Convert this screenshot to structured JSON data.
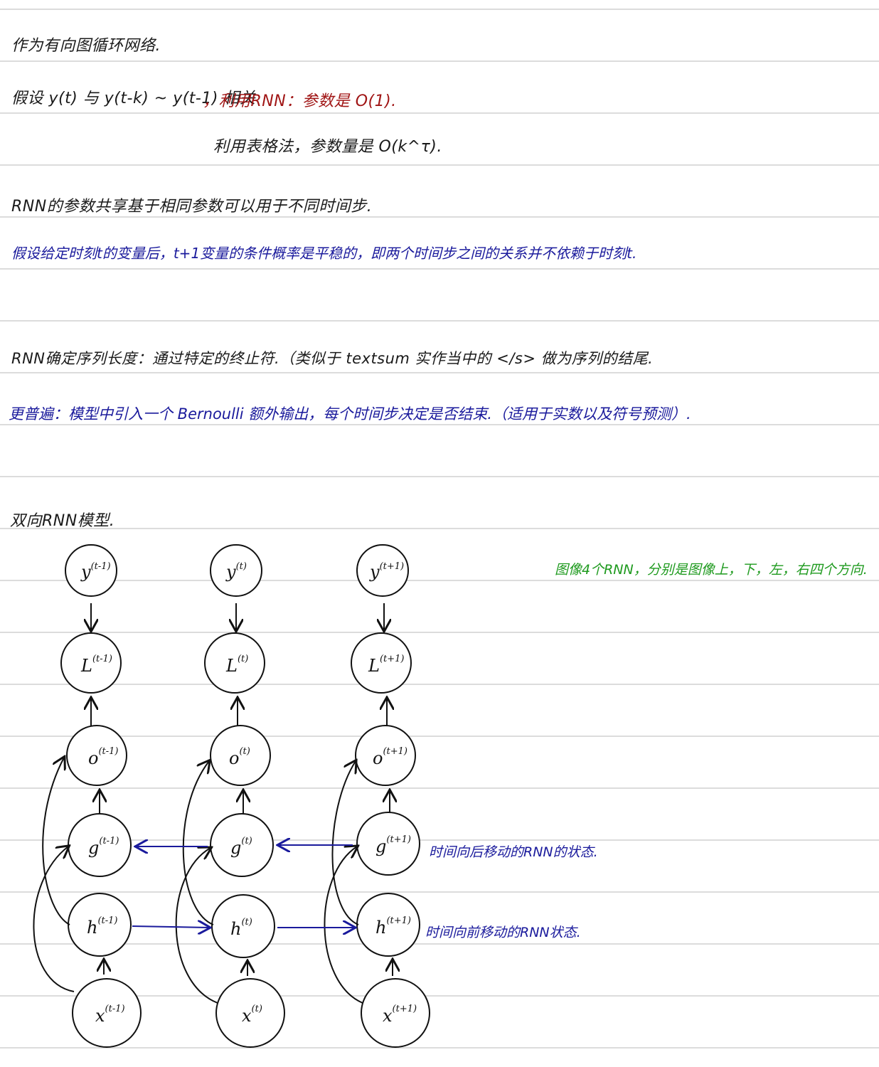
{
  "notes": {
    "line1": "作为有向图循环网络.",
    "line2a": "假设 y(t) 与 y(t-k) ~ y(t-1) 相关",
    "line2b": "，利用RNN：参数是 O(1).",
    "line3": "利用表格法，参数量是 O(k^τ).",
    "line4": "RNN的参数共享基于相同参数可以用于不同时间步.",
    "line5": "假设给定时刻t的变量后，t+1变量的条件概率是平稳的，即两个时间步之间的关系并不依赖于时刻t.",
    "line6": "RNN确定序列长度：通过特定的终止符.（类似于 textsum 实作当中的 </s> 做为序列的结尾.",
    "line7": "更普遍：模型中引入一个 Bernoulli 额外输出，每个时间步决定是否结束.（适用于实数以及符号预测）.",
    "line8": "双向RNN模型.",
    "green_note": "图像4个RNN，分别是图像上，下，左，右四个方向.",
    "g_label": "时间向后移动的RNN的状态.",
    "h_label": "时间向前移动的RNN状态."
  },
  "diagram": {
    "columns": [
      {
        "y": "y",
        "y_sup": "(t-1)",
        "L": "L",
        "L_sup": "(t-1)",
        "o": "o",
        "o_sup": "(t-1)",
        "g": "g",
        "g_sup": "(t-1)",
        "h": "h",
        "h_sup": "(t-1)",
        "x": "x",
        "x_sup": "(t-1)"
      },
      {
        "y": "y",
        "y_sup": "(t)",
        "L": "L",
        "L_sup": "(t)",
        "o": "o",
        "o_sup": "(t)",
        "g": "g",
        "g_sup": "(t)",
        "h": "h",
        "h_sup": "(t)",
        "x": "x",
        "x_sup": "(t)"
      },
      {
        "y": "y",
        "y_sup": "(t+1)",
        "L": "L",
        "L_sup": "(t+1)",
        "o": "o",
        "o_sup": "(t+1)",
        "g": "g",
        "g_sup": "(t+1)",
        "h": "h",
        "h_sup": "(t+1)",
        "x": "x",
        "x_sup": "(t+1)"
      }
    ]
  },
  "colors": {
    "black": "#1a1a1a",
    "red": "#a01515",
    "blue": "#1a1a9c",
    "green": "#1e9a1e",
    "rule": "#dcdcdc"
  }
}
